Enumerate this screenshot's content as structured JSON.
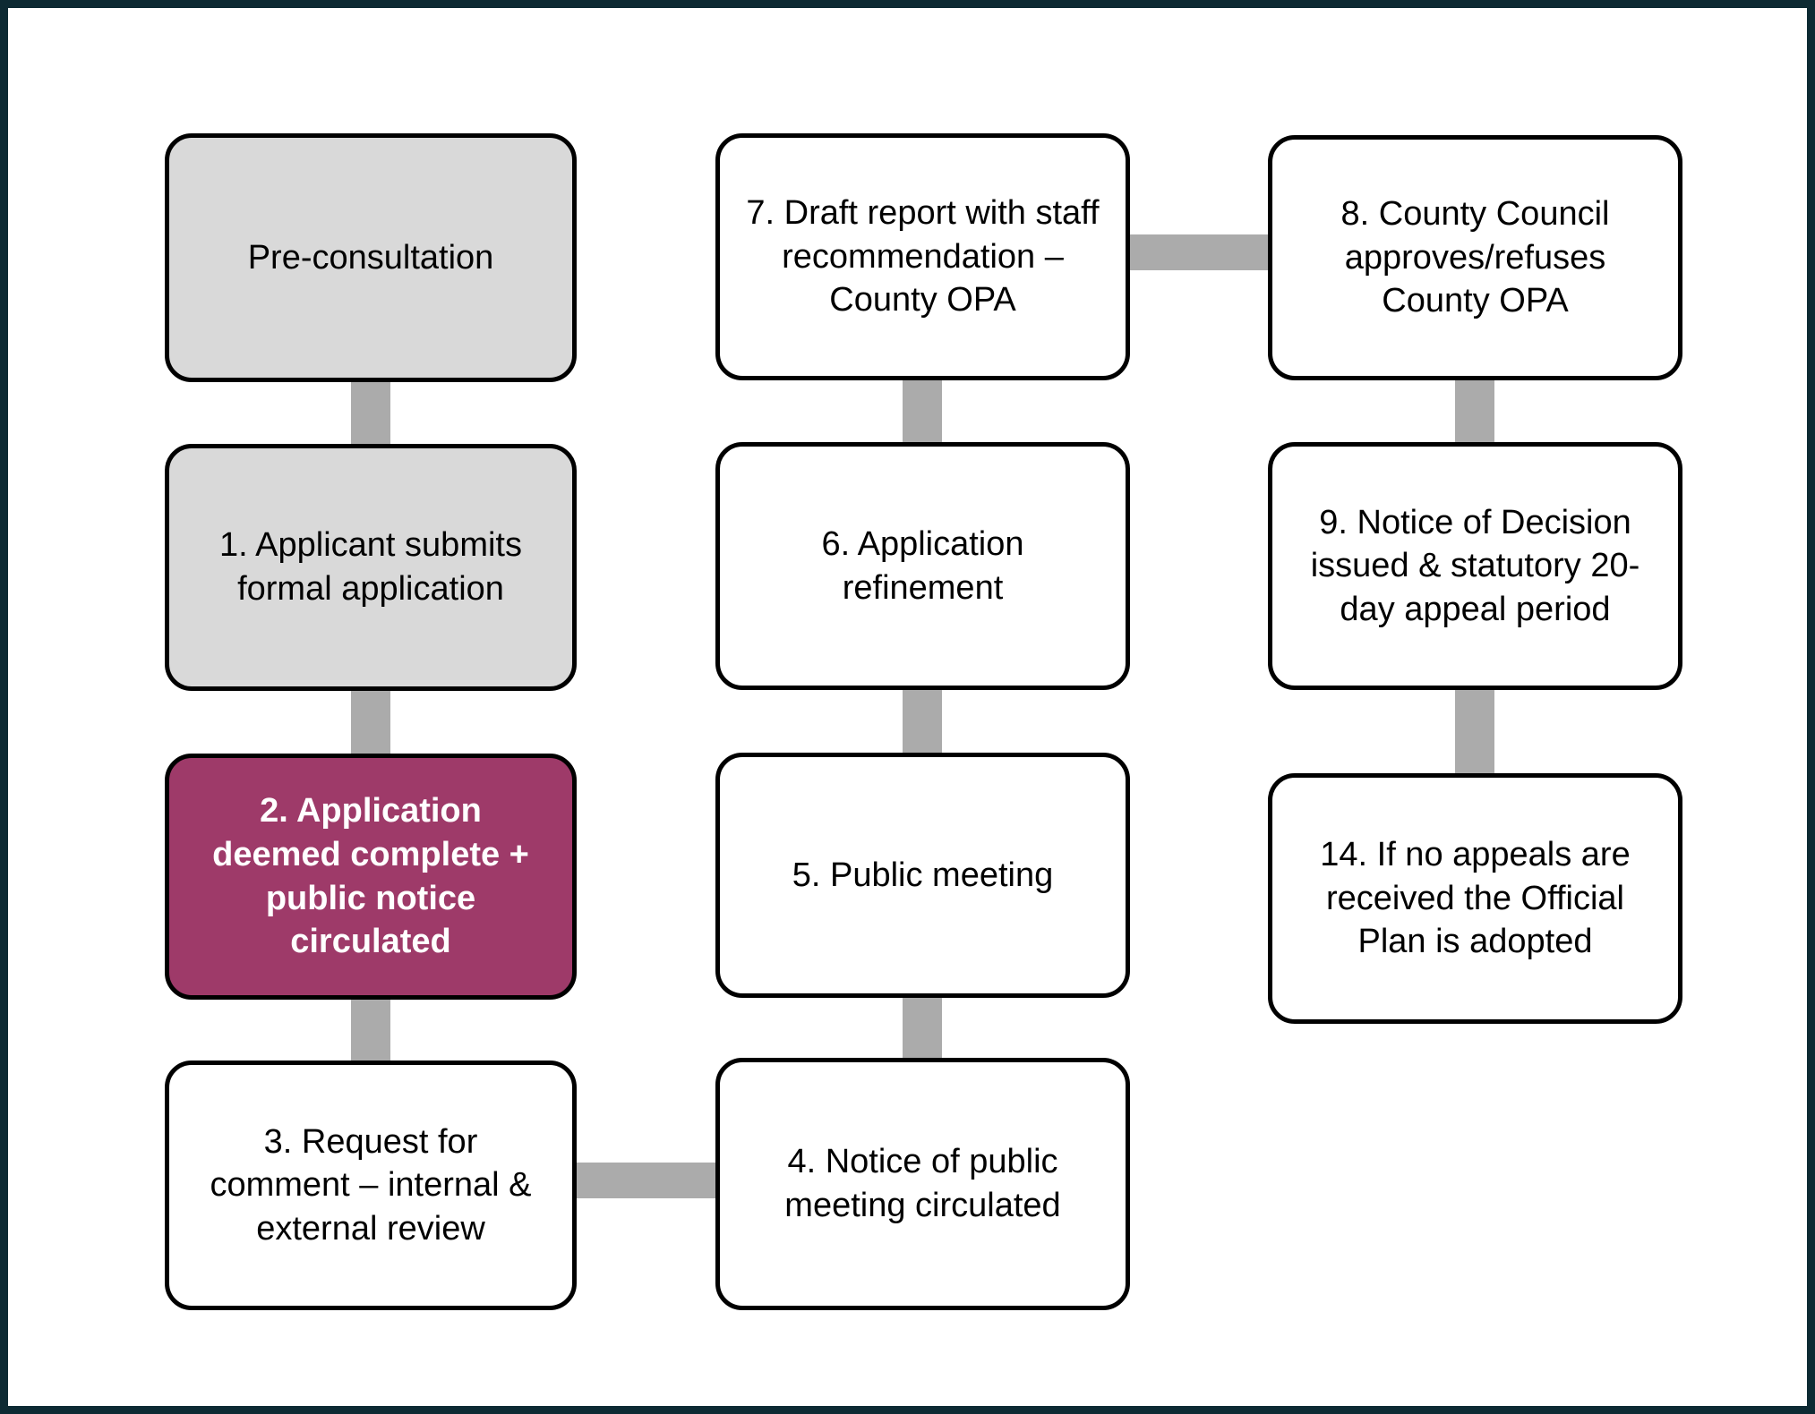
{
  "page": {
    "background": "#ffffff",
    "frame_border_color": "#0d2a33"
  },
  "colors": {
    "node_default_fill": "#ffffff",
    "node_muted_fill": "#d9d9d9",
    "node_highlight_fill": "#9e3a69",
    "node_border": "#000000",
    "connector": "#ababab",
    "text_default": "#000000",
    "text_highlight": "#ffffff"
  },
  "nodes": {
    "pre": {
      "label": "Pre-consultation"
    },
    "n1": {
      "label": "1. Applicant submits formal application"
    },
    "n2": {
      "label": "2. Application deemed complete + public notice circulated"
    },
    "n3": {
      "label": "3. Request for comment – internal & external review"
    },
    "n4": {
      "label": "4. Notice of public meeting circulated"
    },
    "n5": {
      "label": "5. Public meeting"
    },
    "n6": {
      "label": "6. Application refinement"
    },
    "n7": {
      "label": "7. Draft report with staff recommendation – County OPA"
    },
    "n8": {
      "label": "8. County Council approves/refuses County OPA"
    },
    "n9": {
      "label": "9. Notice of Decision issued & statutory 20-day appeal period"
    },
    "n14": {
      "label": "14. If no appeals are received the Official Plan is adopted"
    }
  },
  "edges": [
    "pre→1",
    "1→2",
    "2→3",
    "3→4",
    "4→5",
    "5→6",
    "6→7",
    "7→8",
    "8→9",
    "9→14"
  ]
}
